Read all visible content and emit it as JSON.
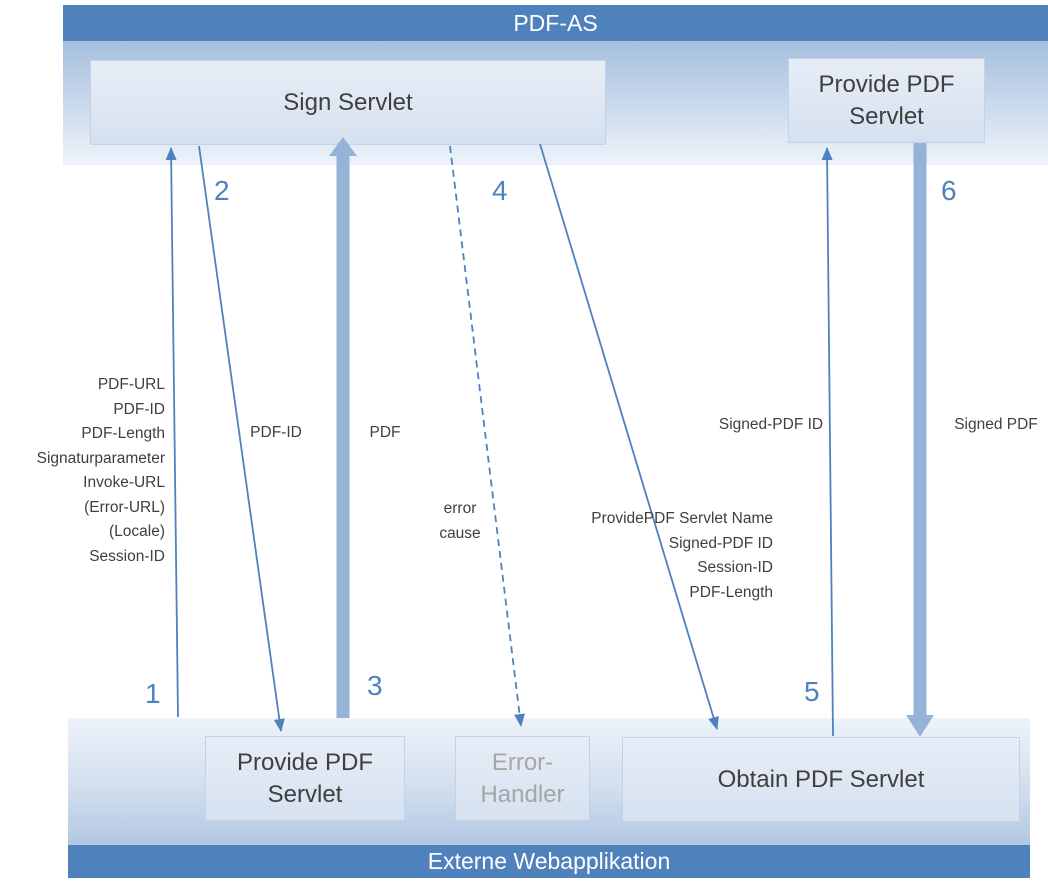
{
  "diagram": {
    "top_band": {
      "title": "PDF-AS",
      "sign_servlet": "Sign Servlet",
      "provide_pdf_servlet": "Provide PDF\nServlet"
    },
    "bottom_band": {
      "title": "Externe Webapplikation",
      "provide_pdf_servlet": "Provide PDF\nServlet",
      "error_handler": "Error-\nHandler",
      "obtain_pdf_servlet": "Obtain PDF Servlet"
    },
    "steps": {
      "step1": {
        "number": "1",
        "label": "PDF-URL\nPDF-ID\nPDF-Length\nSignaturparameter\nInvoke-URL\n(Error-URL)\n(Locale)\nSession-ID"
      },
      "step2": {
        "number": "2",
        "label": "PDF-ID"
      },
      "step3": {
        "number": "3",
        "label": "PDF"
      },
      "step4": {
        "number": "4",
        "error_label": "error\ncause",
        "redirect_label": "ProvidePDF Servlet Name\nSigned-PDF ID\nSession-ID\nPDF-Length"
      },
      "step5": {
        "number": "5",
        "label": "Signed-PDF ID"
      },
      "step6": {
        "number": "6",
        "label": "Signed PDF"
      }
    }
  },
  "colors": {
    "bar_blue": "#4f81bd",
    "arrow_blue": "#4f81bd",
    "thick_arrow": "#95b3d7",
    "number_blue": "#4f81bd",
    "error_text_gray": "#a6a6a6",
    "text_dark": "#3f3f3f"
  }
}
